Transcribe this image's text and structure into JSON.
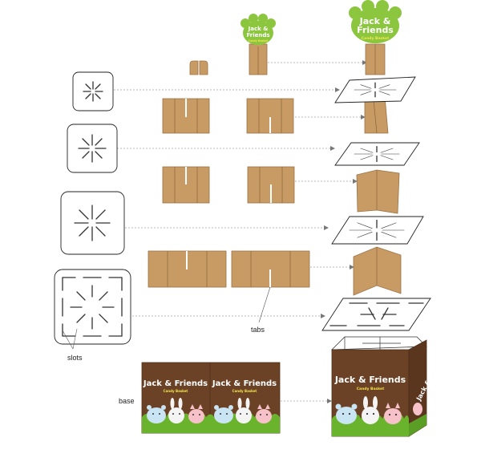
{
  "labels": {
    "slots": "slots",
    "tabs": "tabs",
    "base": "base"
  },
  "brand": {
    "name_line1": "Jack &",
    "name_line2": "Friends",
    "name_inline": "Jack & Friends",
    "tagline": "Candy Basket"
  },
  "colors": {
    "cardboard": "#c89a64",
    "cardboard_dark": "#a97c4b",
    "logo_green": "#8cc63f",
    "box_brown": "#6b4226",
    "grass_green": "#6ab42d"
  },
  "icons": [
    "bear-character-icon",
    "bunny-character-icon",
    "pig-character-icon",
    "paw-logo-icon"
  ]
}
